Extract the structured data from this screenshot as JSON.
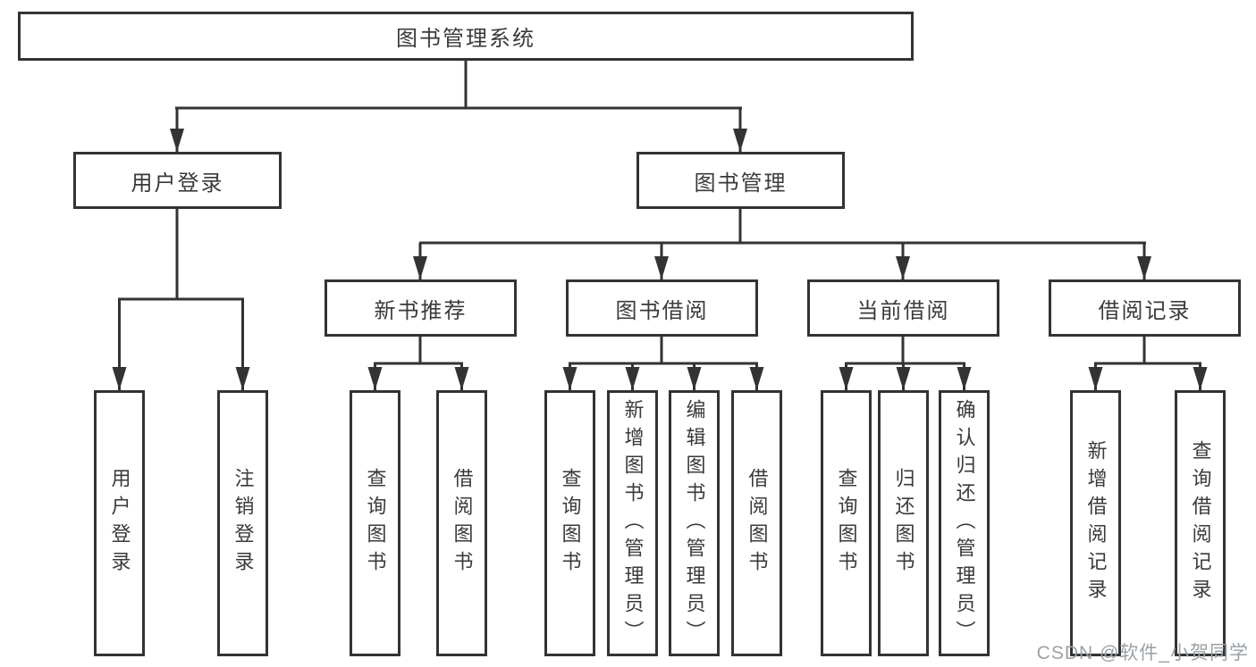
{
  "diagram": {
    "tree": {
      "label": "图书管理系统",
      "children": [
        {
          "label": "用户登录",
          "children": [
            {
              "label": "用户登录"
            },
            {
              "label": "注销登录"
            }
          ]
        },
        {
          "label": "图书管理",
          "children": [
            {
              "label": "新书推荐",
              "children": [
                {
                  "label": "查询图书"
                },
                {
                  "label": "借阅图书"
                }
              ]
            },
            {
              "label": "图书借阅",
              "children": [
                {
                  "label": "查询图书"
                },
                {
                  "label": "新增图书（管理员）"
                },
                {
                  "label": "编辑图书（管理员）"
                },
                {
                  "label": "借阅图书"
                }
              ]
            },
            {
              "label": "当前借阅",
              "children": [
                {
                  "label": "查询图书"
                },
                {
                  "label": "归还图书"
                },
                {
                  "label": "确认归还（管理员）"
                }
              ]
            },
            {
              "label": "借阅记录",
              "children": [
                {
                  "label": "新增借阅记录"
                },
                {
                  "label": "查询借阅记录"
                }
              ]
            }
          ]
        }
      ]
    },
    "colors": {
      "line": "#333333",
      "border": "#333333",
      "text": "#3a3a3a",
      "background": "#ffffff",
      "watermark": "#9ba1a6"
    }
  },
  "watermark": {
    "text": "CSDN @软件_小贺同学"
  }
}
